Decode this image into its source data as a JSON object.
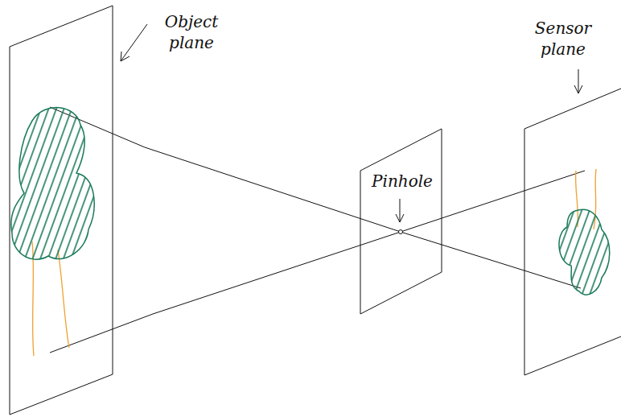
{
  "diagram": {
    "labels": [
      "Object plane",
      "Pinhole",
      "Sensor plane"
    ]
  }
}
